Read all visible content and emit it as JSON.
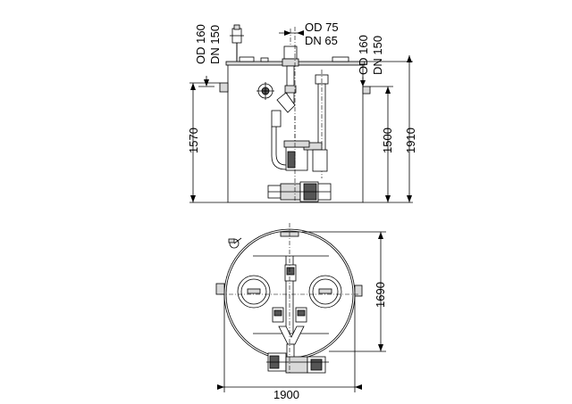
{
  "labels": {
    "inlet_left_od": "OD 160",
    "inlet_left_dn": "DN 150",
    "discharge_od": "OD 75",
    "discharge_dn": "DN 65",
    "inlet_right_od": "OD 160",
    "inlet_right_dn": "DN 150",
    "dim_inlet_height": "1570",
    "dim_outlet_height": "1500",
    "dim_total_height": "1910",
    "dim_plan_depth": "1690",
    "dim_plan_width": "1900"
  }
}
